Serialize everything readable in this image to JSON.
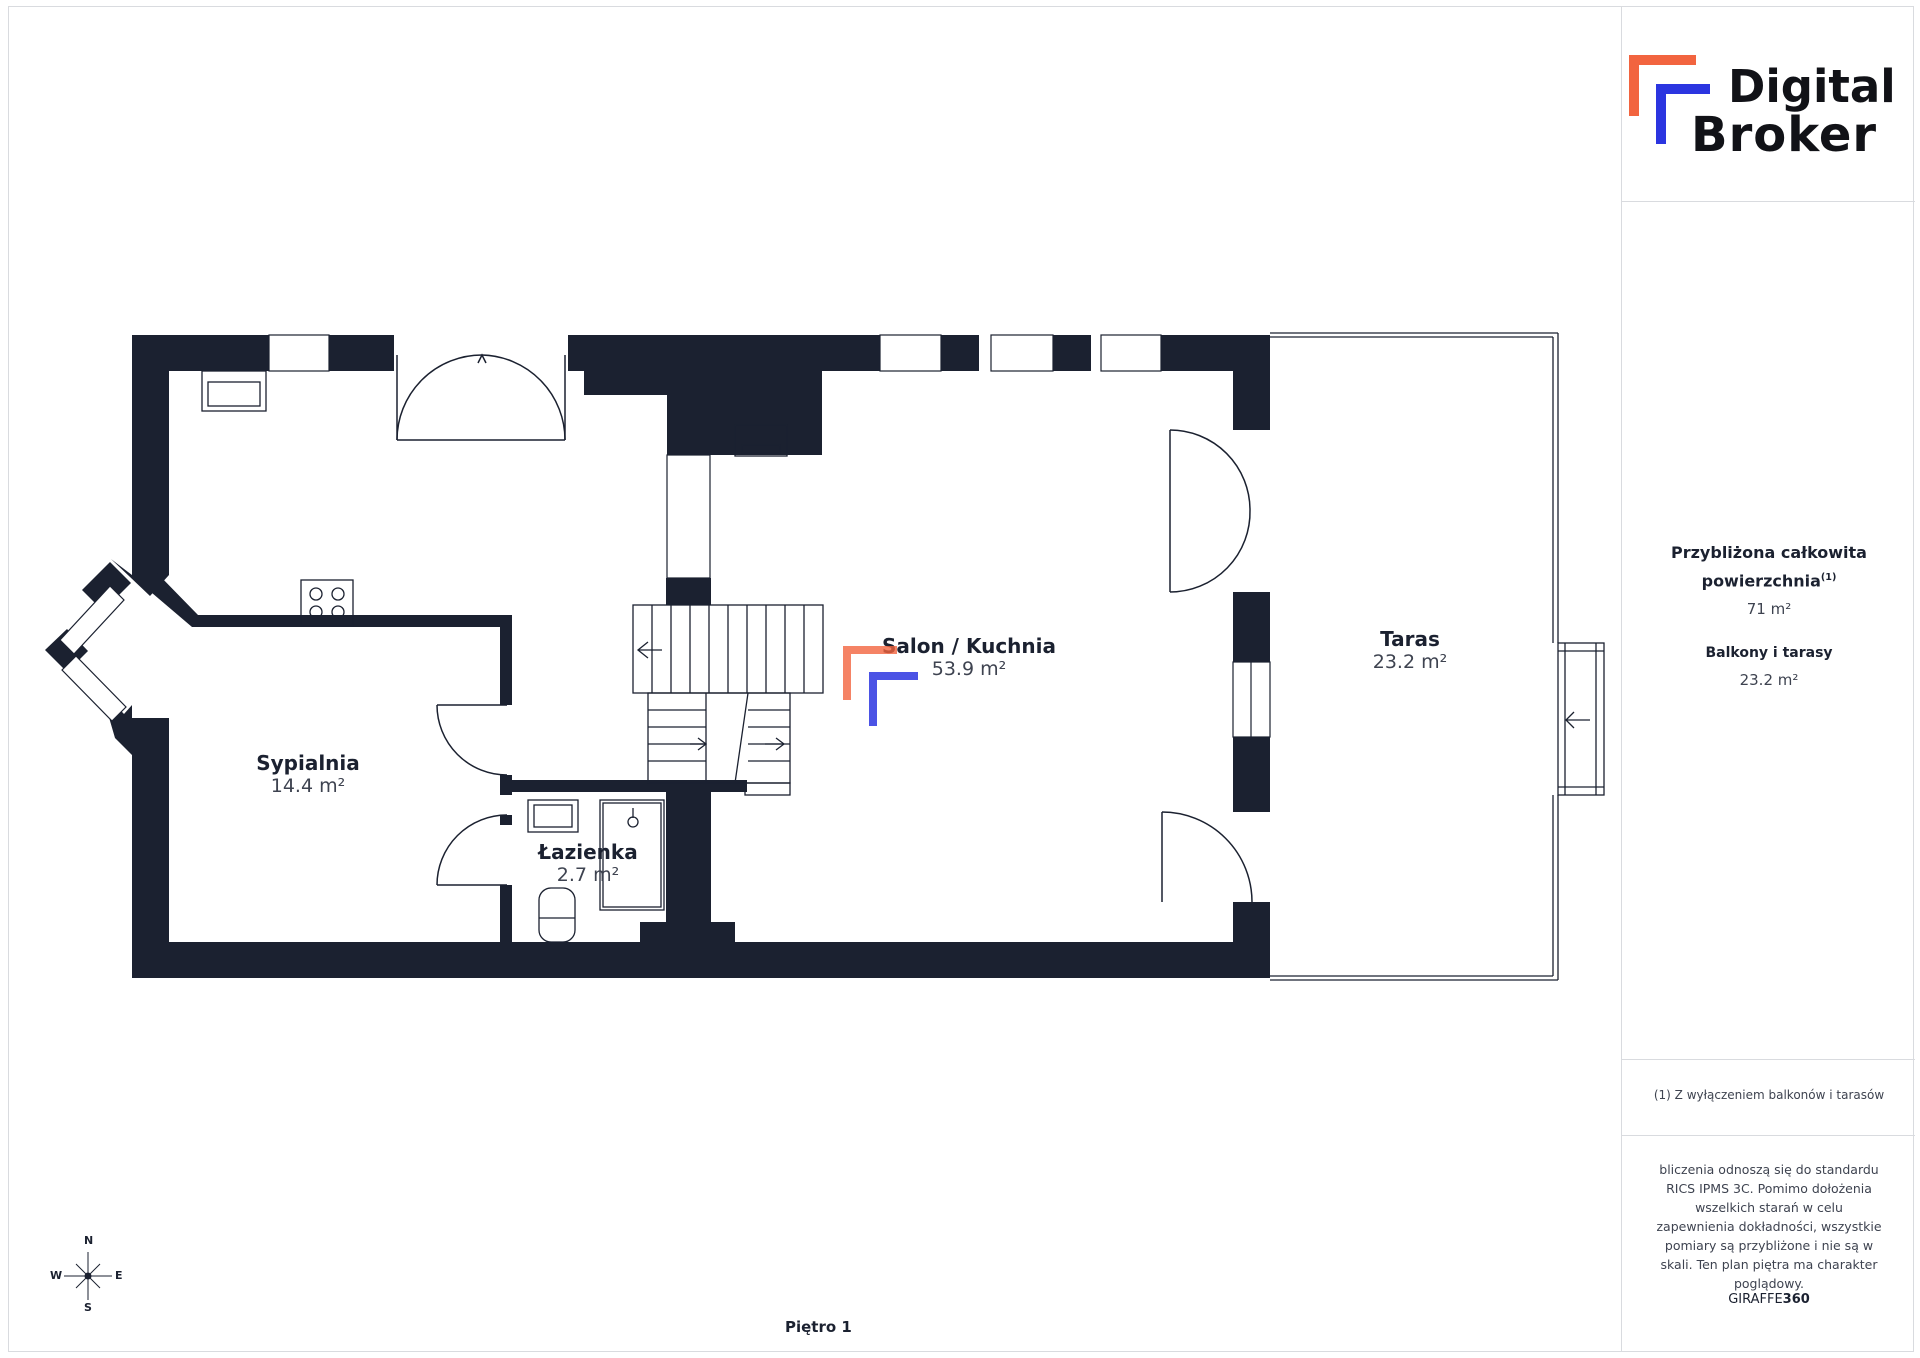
{
  "rooms": [
    {
      "name": "Salon / Kuchnia",
      "area": "53.9",
      "unit": "m²"
    },
    {
      "name": "Taras",
      "area": "23.2",
      "unit": "m²"
    },
    {
      "name": "Sypialnia",
      "area": "14.4",
      "unit": "m²"
    },
    {
      "name": "Łazienka",
      "area": "2.7",
      "unit": "m²"
    }
  ],
  "floor_label": "Piętro 1",
  "compass": {
    "n": "N",
    "s": "S",
    "e": "E",
    "w": "W"
  },
  "brand": {
    "line1": "Digital",
    "line2": "Broker",
    "accent_orange": "#f2643f",
    "accent_blue": "#2b35e0"
  },
  "summary": {
    "total_title_line1": "Przybliżona całkowita",
    "total_title_line2": "powierzchnia",
    "total_title_sup": "(1)",
    "total_value": "71 m²",
    "balcony_title": "Balkony i tarasy",
    "balcony_value": "23.2 m²"
  },
  "footnote": "(1) Z wyłączeniem balkonów i tarasów",
  "disclaimer": "bliczenia odnoszą się do standardu RICS IPMS 3C. Pomimo dołożenia wszelkich starań w celu zapewnienia dokładności, wszystkie pomiary są przybliżone i nie są w skali. Ten plan piętra ma charakter poglądowy.",
  "credit": {
    "prefix": "GIRAFFE",
    "suffix": "360"
  },
  "colors": {
    "wall": "#1b2130",
    "line": "#1b2130",
    "frame": "#d9dbdf"
  }
}
